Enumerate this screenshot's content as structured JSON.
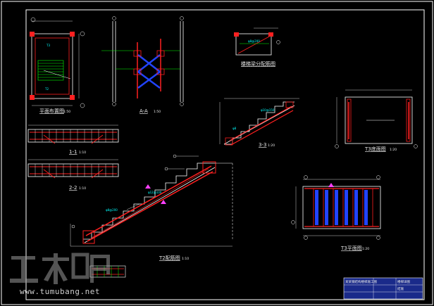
{
  "drawings": {
    "plan_label": "平面布置图",
    "plan_scale": "1:50",
    "section_aa_label": "A-A",
    "section_aa_scale": "1:50",
    "detail_label": "楼梯梁分配筋图",
    "section_33_label": "3-3",
    "section_33_scale": "1:20",
    "t3_bottom_label": "T3底面图",
    "t3_bottom_scale": "1:20",
    "section_11_label": "1-1",
    "section_11_scale": "1:10",
    "section_22_label": "2-2",
    "section_22_scale": "1:10",
    "t2_label": "T2配筋图",
    "t2_scale": "1:10",
    "t3_plan_label": "T3平面图",
    "t3_plan_scale": "1:20"
  },
  "watermark": {
    "logo": "土木吧",
    "url": "www.tumubang.net"
  },
  "title_block": {
    "project": "某某钢结构楼梯施工图",
    "drawing_title": "楼梯详图",
    "sheet": "结施"
  },
  "colors": {
    "background": "#000000",
    "frame": "#ffffff",
    "rebar": "#ff2020",
    "member": "#2244ff",
    "dimension": "#00ff00",
    "annotation": "#00ffff",
    "title_block_fill": "#1a2a8a"
  }
}
